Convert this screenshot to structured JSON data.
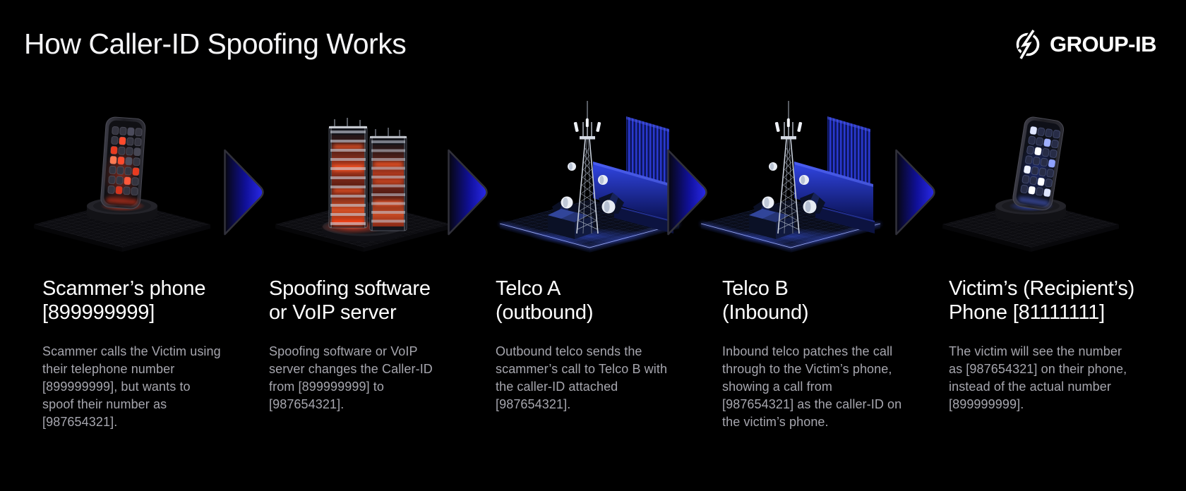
{
  "header": {
    "title": "How Caller-ID Spoofing Works",
    "brand": "GROUP-IB"
  },
  "icons": {
    "logo": "group-ib-circle-bolt-icon",
    "flow_arrow": "right-chevron-arrow-icon",
    "flow_arrow_count": 4
  },
  "colors": {
    "background": "#000000",
    "heading_text": "#ffffff",
    "body_text": "#a6a6ae",
    "arrow_blue": "#2929ea",
    "glow_red": "#ff4526",
    "glow_blue": "#3d5dff"
  },
  "steps": [
    {
      "title_line1": "Scammer’s phone",
      "title_line2": "[899999999]",
      "body": "Scammer calls the Victim using their telephone number [899999999], but wants to spoof their number as [987654321].",
      "illustration": "smartphone-red-glow-on-pedestal"
    },
    {
      "title_line1": "Spoofing software",
      "title_line2": "or VoIP server",
      "body": "Spoofing software or VoIP server changes the Caller-ID from [899999999] to [987654321].",
      "illustration": "glass-server-towers-red-glow"
    },
    {
      "title_line1": "Telco A",
      "title_line2": "(outbound)",
      "body": "Outbound telco sends the scammer’s call to Telco B with the caller-ID attached [987654321].",
      "illustration": "telco-cell-tower-blue-platform"
    },
    {
      "title_line1": "Telco B",
      "title_line2": "(Inbound)",
      "body": "Inbound telco patches the call through to the Victim’s phone, showing a call from [987654321] as the caller-ID on the victim’s phone.",
      "illustration": "telco-cell-tower-blue-platform"
    },
    {
      "title_line1": "Victim’s (Recipient’s)",
      "title_line2": "Phone [81111111]",
      "body": "The victim will see the number as [987654321] on their phone, instead of the actual number [899999999].",
      "illustration": "smartphone-blue-glow-on-pedestal"
    }
  ]
}
